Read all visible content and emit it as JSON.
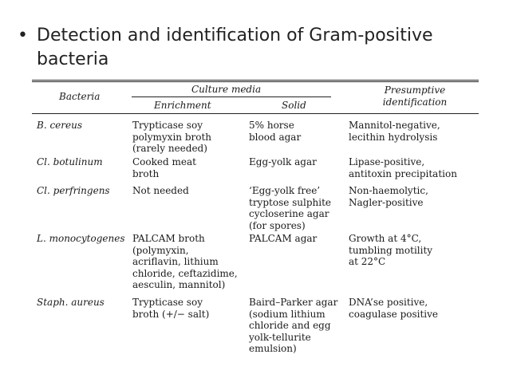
{
  "slide": {
    "bullet": "•",
    "title_line1": "Detection and identification of Gram-positive",
    "title_line2": "bacteria"
  },
  "table": {
    "headers": {
      "bacteria": "Bacteria",
      "culture_media": "Culture media",
      "enrichment": "Enrichment",
      "solid": "Solid",
      "presumptive_line1": "Presumptive",
      "presumptive_line2": "identification"
    },
    "rows": [
      {
        "bacteria": "B. cereus",
        "enrichment": [
          "Trypticase soy",
          "polymyxin broth",
          "(rarely needed)"
        ],
        "solid": [
          "5% horse",
          "blood agar"
        ],
        "identification": [
          "Mannitol-negative,",
          "lecithin hydrolysis"
        ]
      },
      {
        "bacteria": "Cl. botulinum",
        "enrichment": [
          "Cooked meat",
          "broth"
        ],
        "solid": [
          "Egg-yolk agar"
        ],
        "identification": [
          "Lipase-positive,",
          "antitoxin precipitation"
        ]
      },
      {
        "bacteria": "Cl. perfringens",
        "enrichment": [
          "Not needed"
        ],
        "solid": [
          "‘Egg-yolk free’",
          "tryptose sulphite",
          "cycloserine agar",
          "(for spores)"
        ],
        "identification": [
          "Non-haemolytic,",
          "Nagler-positive"
        ]
      },
      {
        "bacteria": "L. monocytogenes",
        "enrichment": [
          "PALCAM broth",
          "(polymyxin,",
          "acriflavin, lithium",
          "chloride, ceftazidime,",
          "aesculin, mannitol)"
        ],
        "solid": [
          "PALCAM agar"
        ],
        "identification": [
          "Growth at 4°C,",
          "tumbling motility",
          "at 22°C"
        ]
      },
      {
        "bacteria": "Staph. aureus",
        "enrichment": [
          "Trypticase soy",
          "broth (+/− salt)"
        ],
        "solid": [
          "Baird–Parker agar",
          "(sodium lithium",
          "chloride and egg",
          "yolk-tellurite",
          "emulsion)"
        ],
        "identification": [
          "DNA’se positive,",
          "coagulase positive"
        ]
      }
    ]
  }
}
